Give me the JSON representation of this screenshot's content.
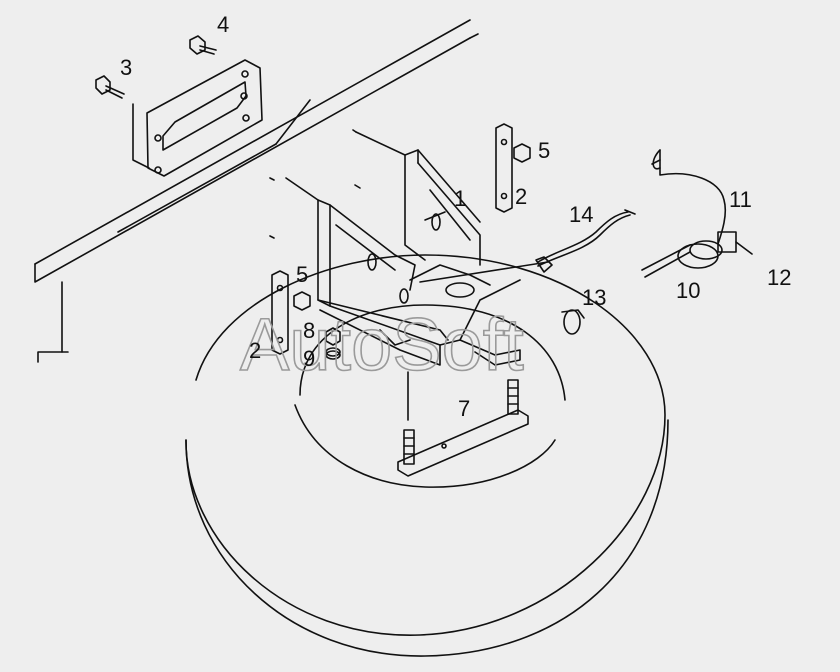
{
  "diagram": {
    "watermark": "AutoSoft",
    "colors": {
      "background": "#eeeeee",
      "ink": "#111111",
      "watermark": "#9a9a9a"
    },
    "callouts": [
      {
        "key": "c1",
        "text": "1"
      },
      {
        "key": "c2a",
        "text": "2"
      },
      {
        "key": "c2b",
        "text": "2"
      },
      {
        "key": "c3",
        "text": "3"
      },
      {
        "key": "c4",
        "text": "4"
      },
      {
        "key": "c5a",
        "text": "5"
      },
      {
        "key": "c5b",
        "text": "5"
      },
      {
        "key": "c7",
        "text": "7"
      },
      {
        "key": "c8",
        "text": "8"
      },
      {
        "key": "c9",
        "text": "9"
      },
      {
        "key": "c10",
        "text": "10"
      },
      {
        "key": "c11",
        "text": "11"
      },
      {
        "key": "c12",
        "text": "12"
      },
      {
        "key": "c13",
        "text": "13"
      },
      {
        "key": "c14",
        "text": "14"
      }
    ]
  }
}
